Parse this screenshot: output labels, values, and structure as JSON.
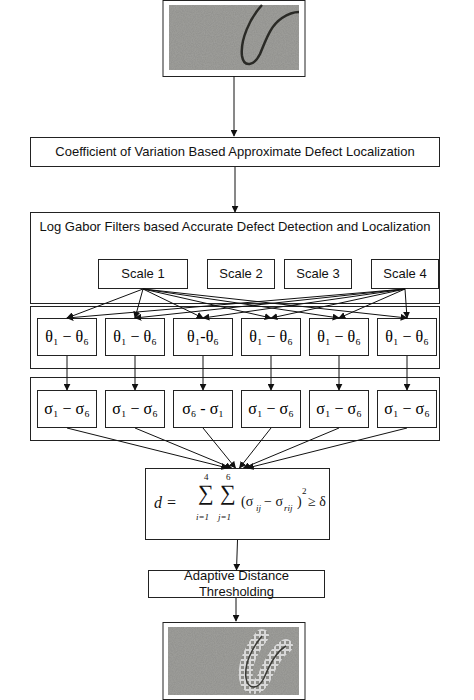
{
  "diagram": {
    "nodes": [
      {
        "text": [
          "Coefficient of Variation Based Approximate Defect Localization"
        ]
      },
      {
        "text": [
          "Log Gabor Filters based Accurate Defect Detection and Localization"
        ]
      },
      {
        "text": [
          "Scale 1"
        ],
        "in": 1
      },
      {
        "text": [
          "Scale 2"
        ],
        "in": 1
      },
      {
        "text": [
          "Scale 3"
        ],
        "in": 1
      },
      {
        "text": [
          "Scale 4"
        ],
        "in": 1
      },
      {
        "text": [
          "θ₁ − θ₆"
        ]
      },
      {
        "text": [
          "θ₁ − θ₆"
        ]
      },
      {
        "text": [
          "θ₁-θ₆"
        ]
      },
      {
        "text": [
          "θ₁ − θ₆"
        ]
      },
      {
        "text": [
          "θ₁ − θ₆"
        ]
      },
      {
        "text": [
          "θ₁ − θ₆"
        ]
      },
      {
        "text": [
          "σ₁ − σ₆"
        ]
      },
      {
        "text": [
          "σ₁ − σ₆"
        ]
      },
      {
        "text": [
          "σ₆ - σ₁"
        ]
      },
      {
        "text": [
          "σ₁ − σ₆"
        ]
      },
      {
        "text": [
          "σ₁ − σ₆"
        ]
      },
      {
        "text": [
          "σ₁ − σ₆"
        ]
      },
      {
        "text": [
          "d =",
          "4",
          "∑",
          "i=1",
          "6",
          "∑",
          "j=1",
          "(σ",
          "ij",
          "− σ",
          "rij",
          ")",
          "2",
          "≥ δ"
        ]
      },
      {
        "text": [
          "Adaptive Distance Thresholding"
        ]
      }
    ],
    "edges": [
      {
        "from": 0,
        "to": 1,
        "arrow": "to"
      },
      {
        "from": 2,
        "to": 6,
        "arrow": "to"
      },
      {
        "from": 2,
        "to": 7,
        "arrow": "to"
      },
      {
        "from": 2,
        "to": 8,
        "arrow": "to"
      },
      {
        "from": 2,
        "to": 9,
        "arrow": "to"
      },
      {
        "from": 2,
        "to": 10,
        "arrow": "to"
      },
      {
        "from": 2,
        "to": 11,
        "arrow": "to"
      },
      {
        "from": 5,
        "to": 6,
        "arrow": "to"
      },
      {
        "from": 5,
        "to": 7,
        "arrow": "to"
      },
      {
        "from": 5,
        "to": 8,
        "arrow": "to"
      },
      {
        "from": 5,
        "to": 9,
        "arrow": "to"
      },
      {
        "from": 5,
        "to": 10,
        "arrow": "to"
      },
      {
        "from": 5,
        "to": 11,
        "arrow": "to"
      },
      {
        "from": 6,
        "to": 12,
        "arrow": "to"
      },
      {
        "from": 7,
        "to": 13,
        "arrow": "to"
      },
      {
        "from": 8,
        "to": 14,
        "arrow": "to"
      },
      {
        "from": 9,
        "to": 15,
        "arrow": "to"
      },
      {
        "from": 10,
        "to": 16,
        "arrow": "to"
      },
      {
        "from": 11,
        "to": 17,
        "arrow": "to"
      },
      {
        "from": 12,
        "to": 18,
        "arrow": "to"
      },
      {
        "from": 13,
        "to": 18,
        "arrow": "to"
      },
      {
        "from": 14,
        "to": 18,
        "arrow": "to"
      },
      {
        "from": 15,
        "to": 18,
        "arrow": "to"
      },
      {
        "from": 16,
        "to": 18,
        "arrow": "to"
      },
      {
        "from": 17,
        "to": 18,
        "arrow": "to"
      },
      {
        "from": 18,
        "to": 19,
        "arrow": "to"
      }
    ]
  }
}
